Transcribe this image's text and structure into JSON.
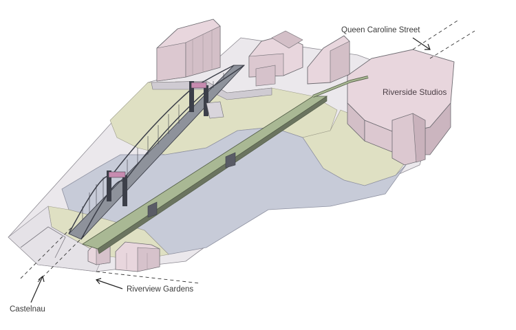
{
  "labels": {
    "queen_caroline_street": "Queen Caroline Street",
    "riverside_studios": "Riverside Studios",
    "riverview_gardens": "Riverview Gardens",
    "castelnau": "Castelnau"
  },
  "colors": {
    "background": "#ffffff",
    "ground": "#ebe8ec",
    "grass": "#dfe0c3",
    "river": "#c7cbd8",
    "building": "#e8d6dd",
    "building_dark": "#d3bfc7",
    "bridge_green": "#a9b894",
    "bridge_dark": "#3c3f49",
    "tower_accent": "#c78bb0",
    "outline": "#6c6a70"
  }
}
